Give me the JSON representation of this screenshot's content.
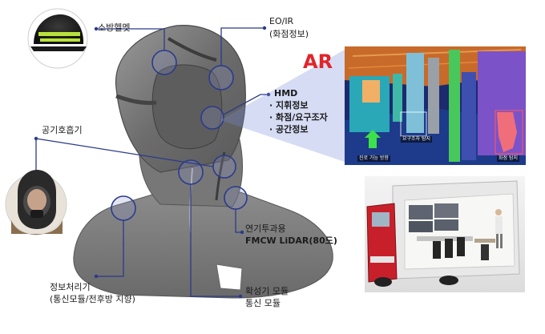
{
  "labels": {
    "helmet": "소방헬멧",
    "eo_ir_line1": "EO/IR",
    "eo_ir_line2": "(화점정보)",
    "ar": "AR",
    "hmd_title": "HMD",
    "hmd_item1": "· 지휘정보",
    "hmd_item2": "· 화점/요구조자",
    "hmd_item3": "· 공간정보",
    "breathing": "공기호흡기",
    "lidar_line1": "연기투과용",
    "lidar_line2": "FMCW LiDAR(80도)",
    "processor_line1": "정보처리기",
    "processor_line2": "(통신모듈/전후방 지향)",
    "module_line1": "확성기 모듈",
    "module_line2": "통신 모듈"
  },
  "ar_view": {
    "tag_victim": "요구조자 탐지",
    "tag_fire": "화점 탐지",
    "tag_route": "진로 가능 방향"
  },
  "colors": {
    "accent_line": "#2b3a8c",
    "ar_red": "#e0252b",
    "hood_gray": "#6f6f6f"
  }
}
